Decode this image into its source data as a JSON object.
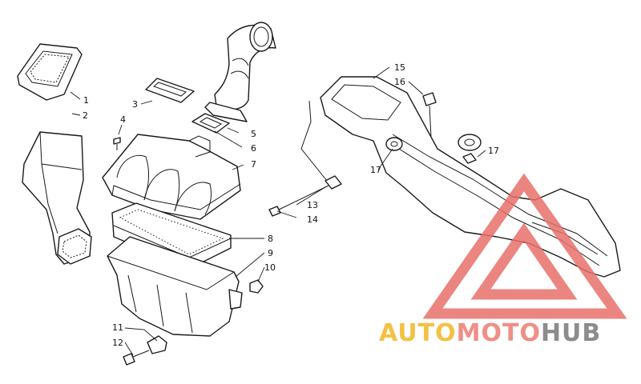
{
  "diagram": {
    "callouts": [
      "1",
      "2",
      "3",
      "4",
      "5",
      "6",
      "7",
      "8",
      "9",
      "10",
      "11",
      "12",
      "13",
      "14",
      "15",
      "16",
      "17",
      "17"
    ]
  },
  "watermark": {
    "text_part1": "AUTO",
    "text_part2": "MOTO",
    "text_part3": "HUB",
    "color_part1": "#f3c244",
    "color_part2": "#ef8f86",
    "color_part3": "#8c8c8c",
    "triangle_color": "#e8706a"
  }
}
